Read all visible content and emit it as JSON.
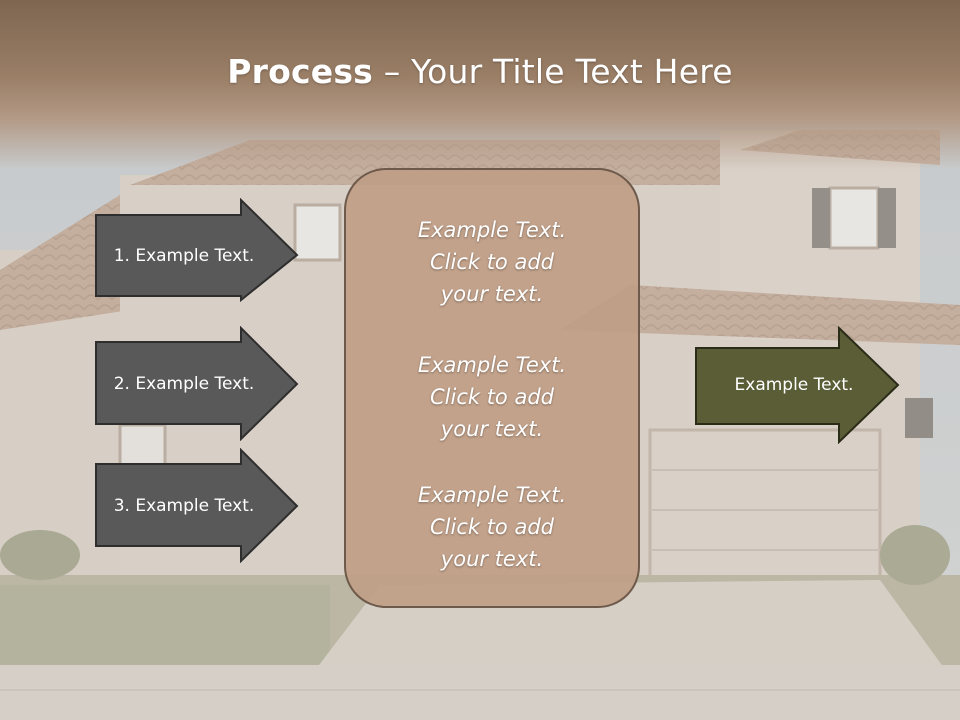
{
  "title": {
    "bold": "Process",
    "rest": " – Your Title Text Here"
  },
  "steps": [
    {
      "label": "1. Example Text."
    },
    {
      "label": "2. Example Text."
    },
    {
      "label": "3. Example Text."
    }
  ],
  "center": {
    "paragraphs": [
      {
        "line1": "Example Text.",
        "line2": "Click  to add",
        "line3": "your text."
      },
      {
        "line1": "Example Text.",
        "line2": "Click  to add",
        "line3": "your text."
      },
      {
        "line1": "Example Text.",
        "line2": "Click  to add",
        "line3": "your text."
      }
    ]
  },
  "result": {
    "label": "Example Text."
  },
  "colors": {
    "title_band": "#8b7159",
    "step_arrow_fill": "#595959",
    "center_box_fill": "#bf9e87",
    "result_arrow_fill": "#5a5d35"
  }
}
